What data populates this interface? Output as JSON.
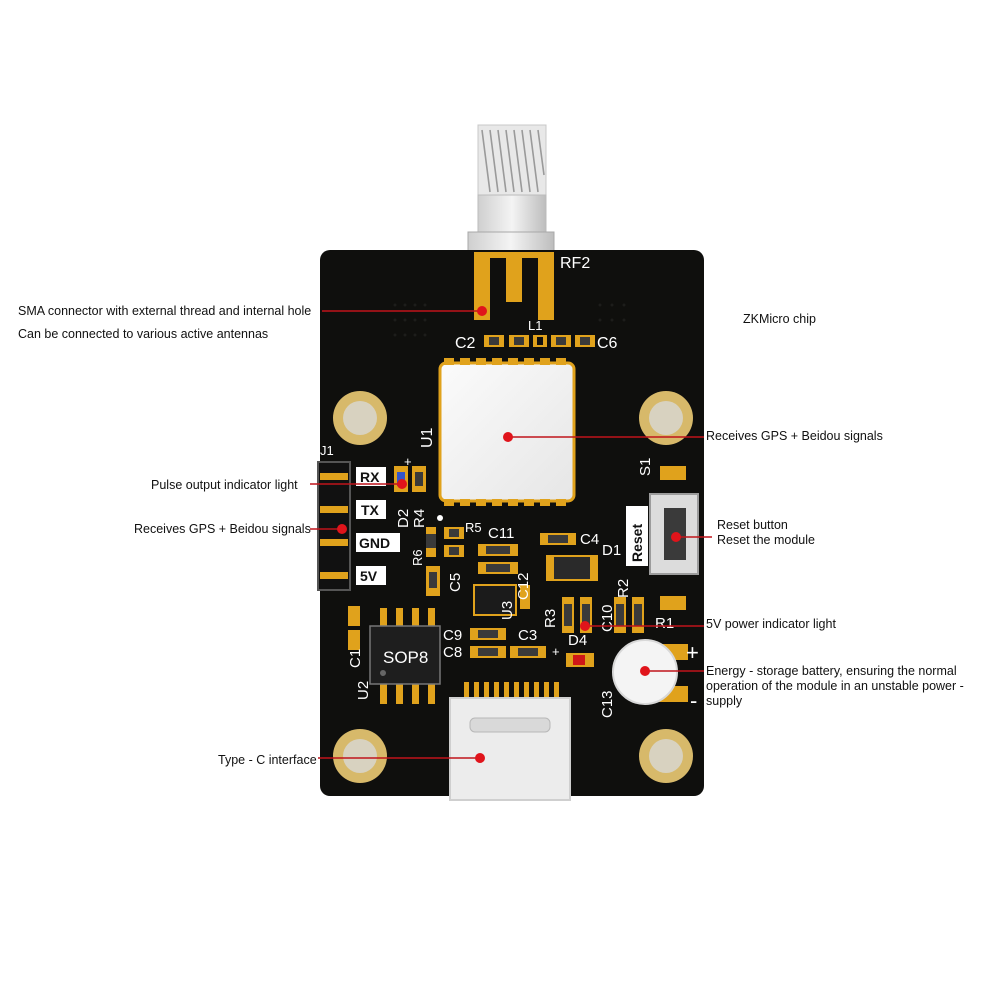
{
  "board": {
    "silkscreen": {
      "rf2": "RF2",
      "l1": "L1",
      "c2": "C2",
      "c6": "C6",
      "u1": "U1",
      "j1": "J1",
      "pins": [
        "RX",
        "TX",
        "GND",
        "5V"
      ],
      "s1": "S1",
      "reset": "Reset",
      "d2": "D2",
      "r4": "R4",
      "r5": "R5",
      "r6": "R6",
      "c5": "C5",
      "c11": "C11",
      "c4": "C4",
      "d1": "D1",
      "c12": "C12",
      "u3": "U3",
      "r3": "R3",
      "r2": "R2",
      "c10": "C10",
      "r1": "R1",
      "c9": "C9",
      "c3": "C3",
      "c8": "C8",
      "d4": "D4",
      "c1": "C1",
      "u2": "U2",
      "sop8": "SOP8",
      "c13": "C13",
      "plus": "+",
      "minus": "-"
    }
  },
  "callouts": {
    "sma_line1": "SMA connector with external thread and internal hole",
    "sma_line2": "Can be connected to various active antennas",
    "zkmicro": "ZKMicro chip",
    "gps_right": "Receives GPS + Beidou signals",
    "pulse": "Pulse output indicator light",
    "gps_left": "Receives GPS + Beidou signals",
    "reset_line1": "Reset button",
    "reset_line2": "Reset the module",
    "power_led": "5V power indicator light",
    "battery_line1": "Energy - storage battery, ensuring the normal",
    "battery_line2": "operation of the module in an unstable power -",
    "battery_line3": "supply",
    "typec": "Type - C interface"
  },
  "colors": {
    "pcb": "#0f0f0d",
    "gold": "#e0a21c",
    "silk": "#ffffff",
    "marker": "#e0141b",
    "leader": "#c0141b"
  }
}
